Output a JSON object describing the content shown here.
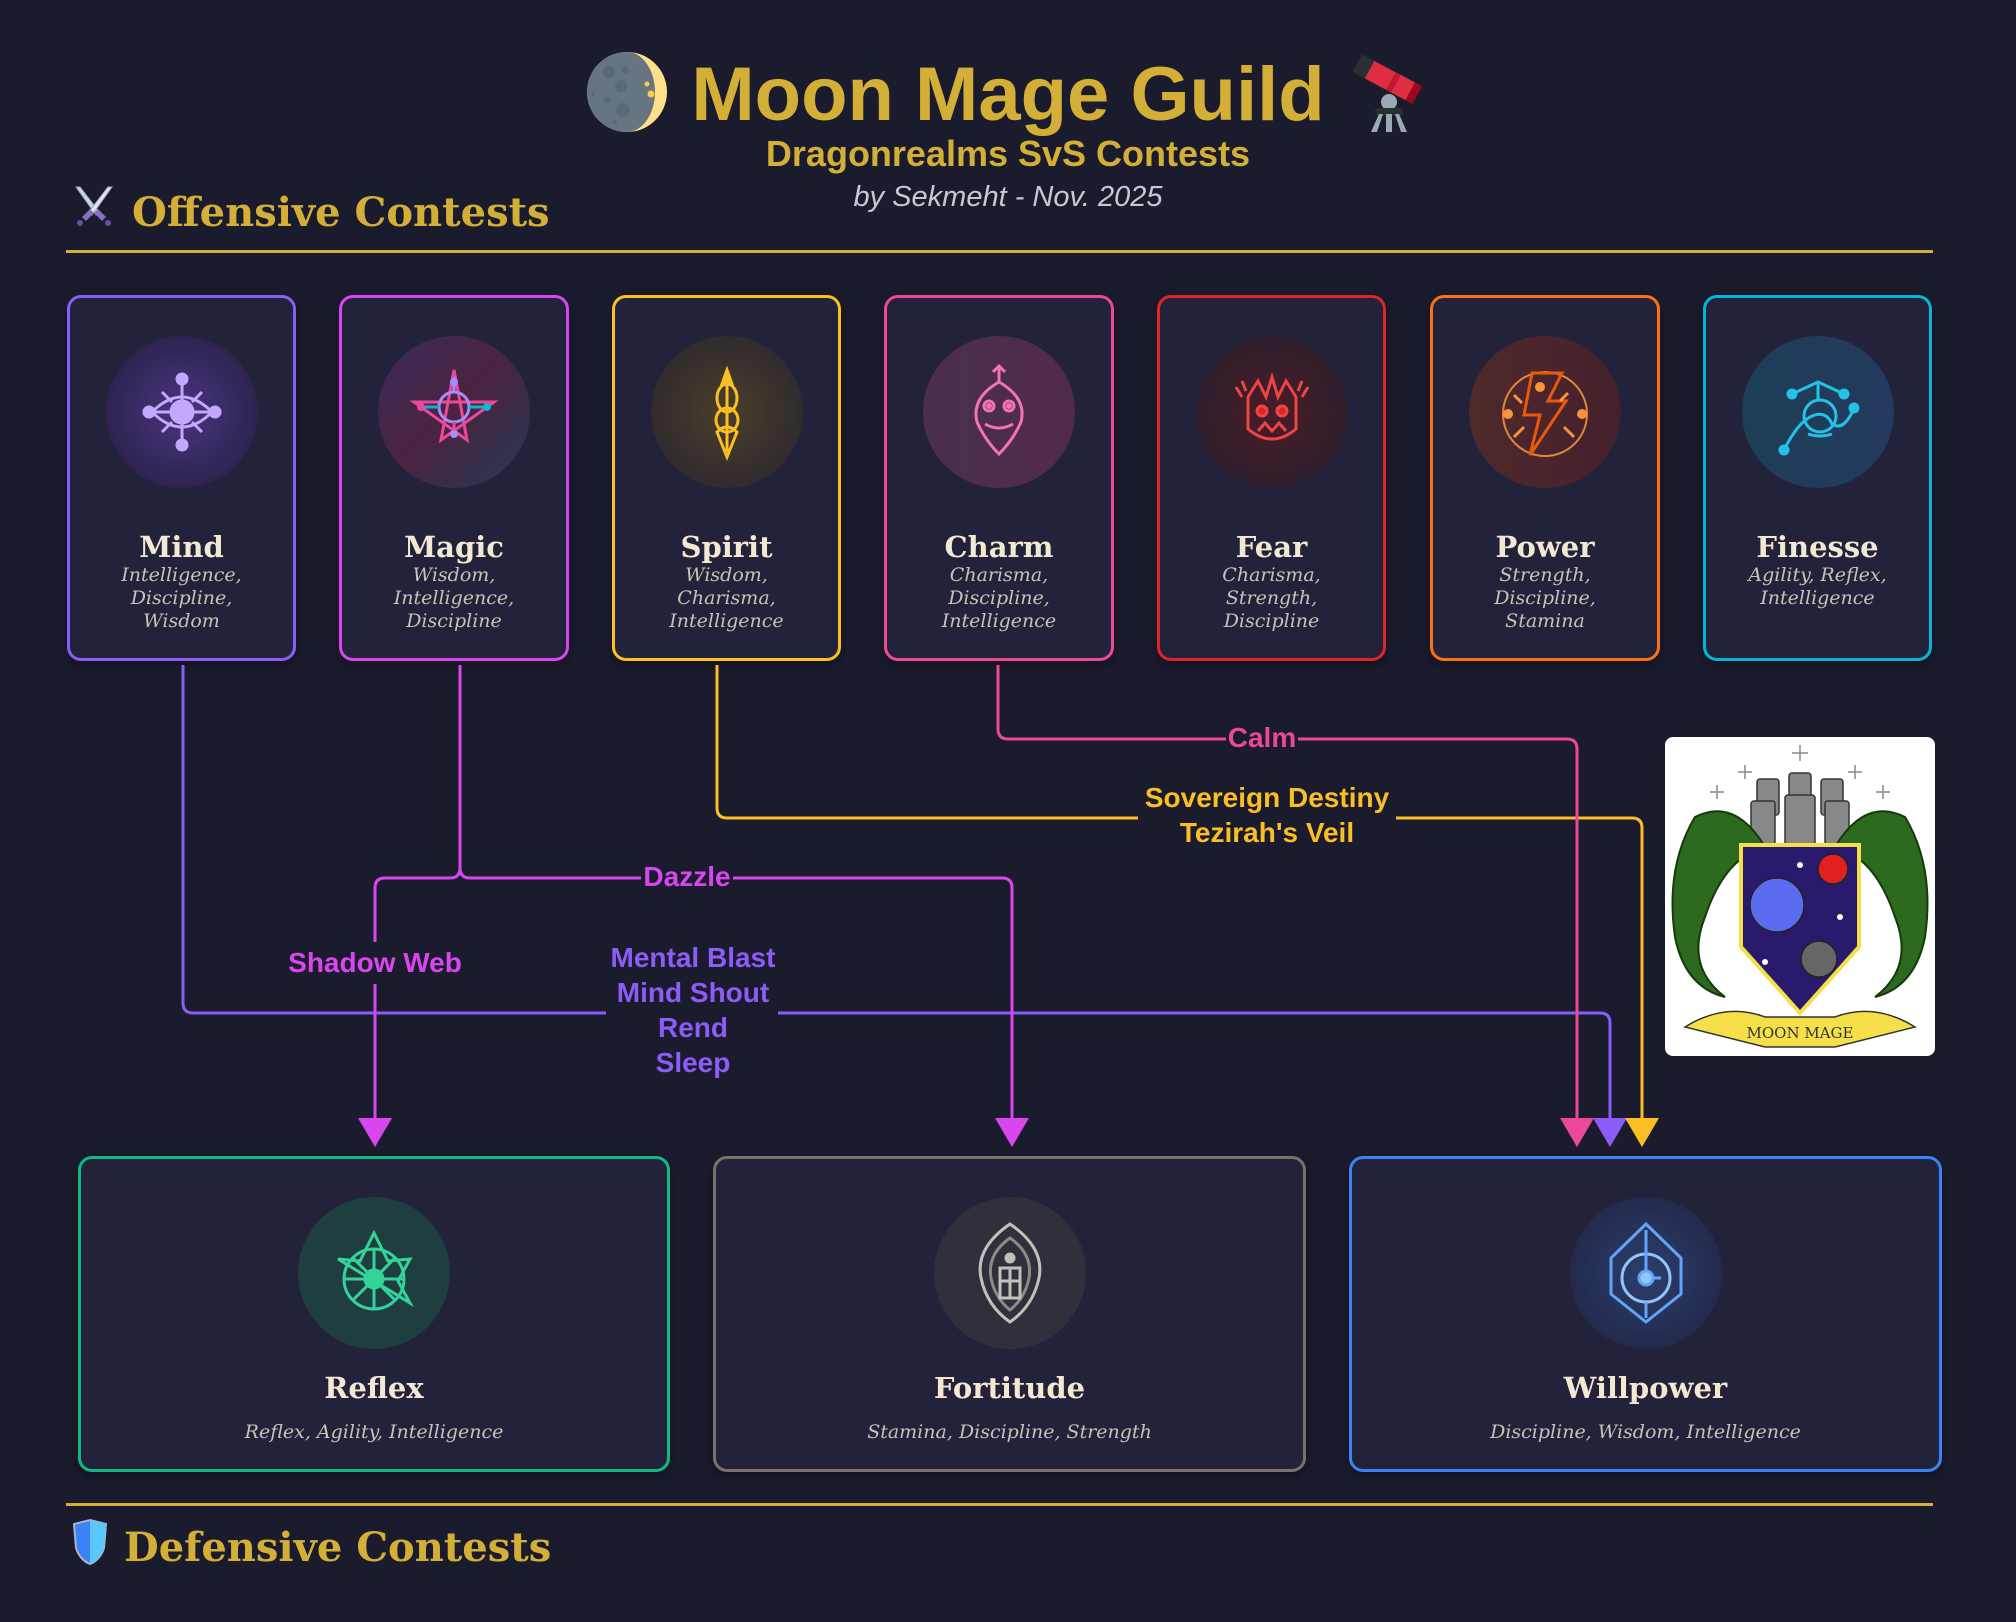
{
  "header": {
    "title": "Moon Mage Guild",
    "subtitle": "Dragonrealms SvS Contests",
    "byline": "by Sekmeht -  Nov. 2025",
    "left_icon": "moon-icon",
    "right_icon": "telescope-icon"
  },
  "sections": {
    "offensive": {
      "title": "Offensive Contests",
      "icon": "crossed-swords-icon"
    },
    "defensive": {
      "title": "Defensive Contests",
      "icon": "shield-icon"
    }
  },
  "offensive_cards": [
    {
      "name": "Mind",
      "stats": "Intelligence, Discipline, Wisdom",
      "stat_lines": [
        "Intelligence,",
        "Discipline,",
        "Wisdom"
      ],
      "color": "#8b5cf6",
      "icon": "mind-eye-icon"
    },
    {
      "name": "Magic",
      "stats": "Wisdom, Intelligence, Discipline",
      "stat_lines": [
        "Wisdom,",
        "Intelligence,",
        "Discipline"
      ],
      "color": "#d946ef",
      "icon": "pentagram-icon"
    },
    {
      "name": "Spirit",
      "stats": "Wisdom, Charisma, Intelligence",
      "stat_lines": [
        "Wisdom,",
        "Charisma,",
        "Intelligence"
      ],
      "color": "#fbbf24",
      "icon": "spirit-flame-icon"
    },
    {
      "name": "Charm",
      "stats": "Charisma, Discipline, Intelligence",
      "stat_lines": [
        "Charisma,",
        "Discipline,",
        "Intelligence"
      ],
      "color": "#ec4899",
      "icon": "smiling-face-icon"
    },
    {
      "name": "Fear",
      "stats": "Charisma, Strength, Discipline",
      "stat_lines": [
        "Charisma,",
        "Strength,",
        "Discipline"
      ],
      "color": "#dc2626",
      "icon": "fear-face-icon"
    },
    {
      "name": "Power",
      "stats": "Strength, Discipline, Stamina",
      "stat_lines": [
        "Strength,",
        "Discipline,",
        "Stamina"
      ],
      "color": "#f97316",
      "icon": "lightning-bolt-icon"
    },
    {
      "name": "Finesse",
      "stats": "Agility, Reflex, Intelligence",
      "stat_lines": [
        "Agility, Reflex,",
        "Intelligence"
      ],
      "color": "#06b6d4",
      "icon": "finesse-curve-icon"
    }
  ],
  "defensive_cards": [
    {
      "name": "Reflex",
      "stats": "Reflex, Agility, Intelligence",
      "color": "#10b981",
      "icon": "star-wheel-icon"
    },
    {
      "name": "Fortitude",
      "stats": "Stamina, Discipline, Strength",
      "color": "#78716c",
      "icon": "fortitude-shield-icon"
    },
    {
      "name": "Willpower",
      "stats": "Discipline, Wisdom, Intelligence",
      "color": "#3b82f6",
      "icon": "willpower-crystal-icon"
    }
  ],
  "connections": [
    {
      "from": "Mind",
      "to": "Willpower",
      "spells": [
        "Mental Blast",
        "Mind Shout",
        "Rend",
        "Sleep"
      ],
      "color": "#8b5cf6"
    },
    {
      "from": "Magic",
      "to": "Reflex",
      "spells": [
        "Shadow Web"
      ],
      "color": "#d946ef"
    },
    {
      "from": "Magic",
      "to": "Fortitude",
      "spells": [
        "Dazzle"
      ],
      "color": "#d946ef"
    },
    {
      "from": "Spirit",
      "to": "Willpower",
      "spells": [
        "Sovereign Destiny",
        "Tezirah's Veil"
      ],
      "color": "#fbbf24"
    },
    {
      "from": "Charm",
      "to": "Willpower",
      "spells": [
        "Calm"
      ],
      "color": "#ec4899"
    }
  ],
  "labels": {
    "calm": "Calm",
    "spirit": [
      "Sovereign Destiny",
      "Tezirah's Veil"
    ],
    "dazzle": "Dazzle",
    "shadow_web": "Shadow Web",
    "mind": [
      "Mental Blast",
      "Mind Shout",
      "Rend",
      "Sleep"
    ]
  },
  "crest": {
    "banner_text": "MOON MAGE",
    "icon": "guild-crest-icon"
  },
  "colors": {
    "background": "#1b1b2e",
    "gold": "#d4af37",
    "card_bg": "#22223a"
  }
}
